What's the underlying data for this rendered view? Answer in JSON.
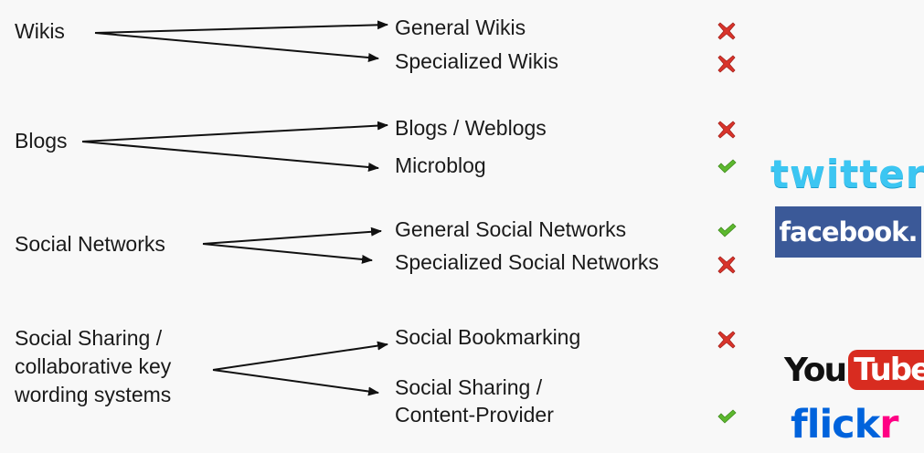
{
  "categories": [
    {
      "id": "wikis",
      "label": "Wikis",
      "items": [
        {
          "label": "General Wikis",
          "status": "cross"
        },
        {
          "label": "Specialized Wikis",
          "status": "cross"
        }
      ]
    },
    {
      "id": "blogs",
      "label": "Blogs",
      "items": [
        {
          "label": "Blogs / Weblogs",
          "status": "cross"
        },
        {
          "label": "Microblog",
          "status": "check"
        }
      ]
    },
    {
      "id": "social-networks",
      "label": "Social Networks",
      "items": [
        {
          "label": "General Social Networks",
          "status": "check"
        },
        {
          "label": "Specialized Social Networks",
          "status": "cross"
        }
      ]
    },
    {
      "id": "social-sharing",
      "label_lines": [
        "Social Sharing /",
        "collaborative key",
        "wording systems"
      ],
      "items": [
        {
          "label": "Social Bookmarking",
          "status": "cross"
        },
        {
          "label_lines": [
            "Social Sharing /",
            "Content-Provider"
          ],
          "status": "check"
        }
      ]
    }
  ],
  "logos": {
    "twitter": "twitter",
    "facebook": "facebook.",
    "youtube_you": "You",
    "youtube_tube": "Tube",
    "flickr_a": "flick",
    "flickr_b": "r"
  },
  "colors": {
    "cross": "#d9342b",
    "check": "#5cb82e",
    "arrow": "#111111"
  },
  "icons": {
    "cross": "cross-mark-icon",
    "check": "check-mark-icon"
  }
}
